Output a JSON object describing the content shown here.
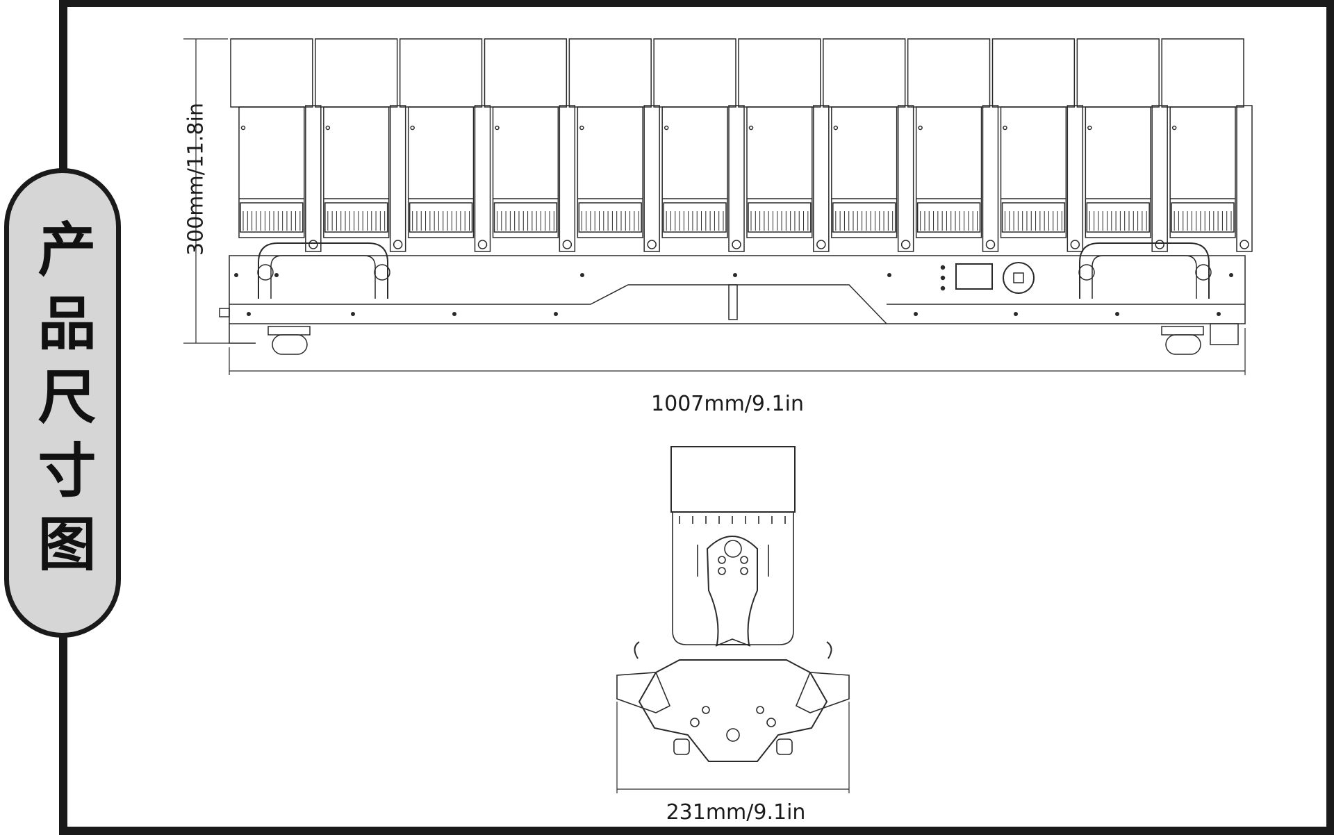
{
  "badge": {
    "text": "产品尺寸图"
  },
  "dimensions": {
    "height": "300mm/11.8in",
    "width": "1007mm/9.1in",
    "depth": "231mm/9.1in"
  },
  "front_view": {
    "module_count": 12
  },
  "colors": {
    "line": "#2a2a2a",
    "frame": "#1a1a1a",
    "badge_fill": "#d6d6d6"
  }
}
